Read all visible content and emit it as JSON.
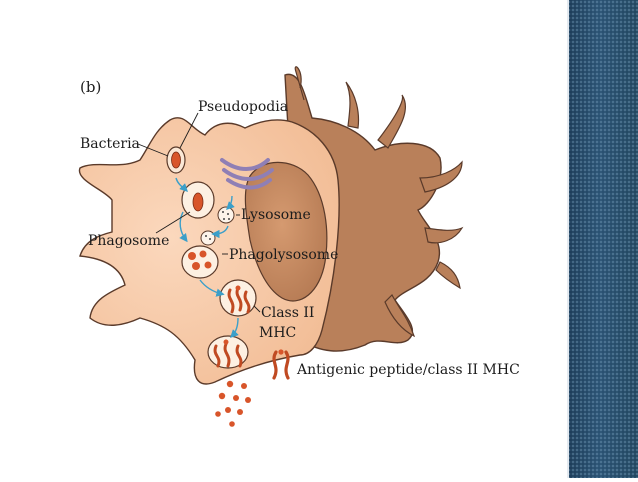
{
  "figure_label": "(b)",
  "labels": {
    "pseudopodia": "Pseudopodia",
    "bacteria": "Bacteria",
    "lysosome": "Lysosome",
    "phagosome": "Phagosome",
    "phagolysosome": "Phagolysosome",
    "class_ii": "Class II",
    "mhc": "MHC",
    "antigenic": "Antigenic peptide/class II MHC"
  },
  "colors": {
    "cell_body": "#f7c9a6",
    "cell_outline": "#5a3a2a",
    "nucleus": "#c98b62",
    "dark_lobe": "#b9805a",
    "bacteria": "#d8552a",
    "golgi": "#8f7fb5",
    "arrow": "#3b9fc9",
    "side_panel": "#244866"
  }
}
